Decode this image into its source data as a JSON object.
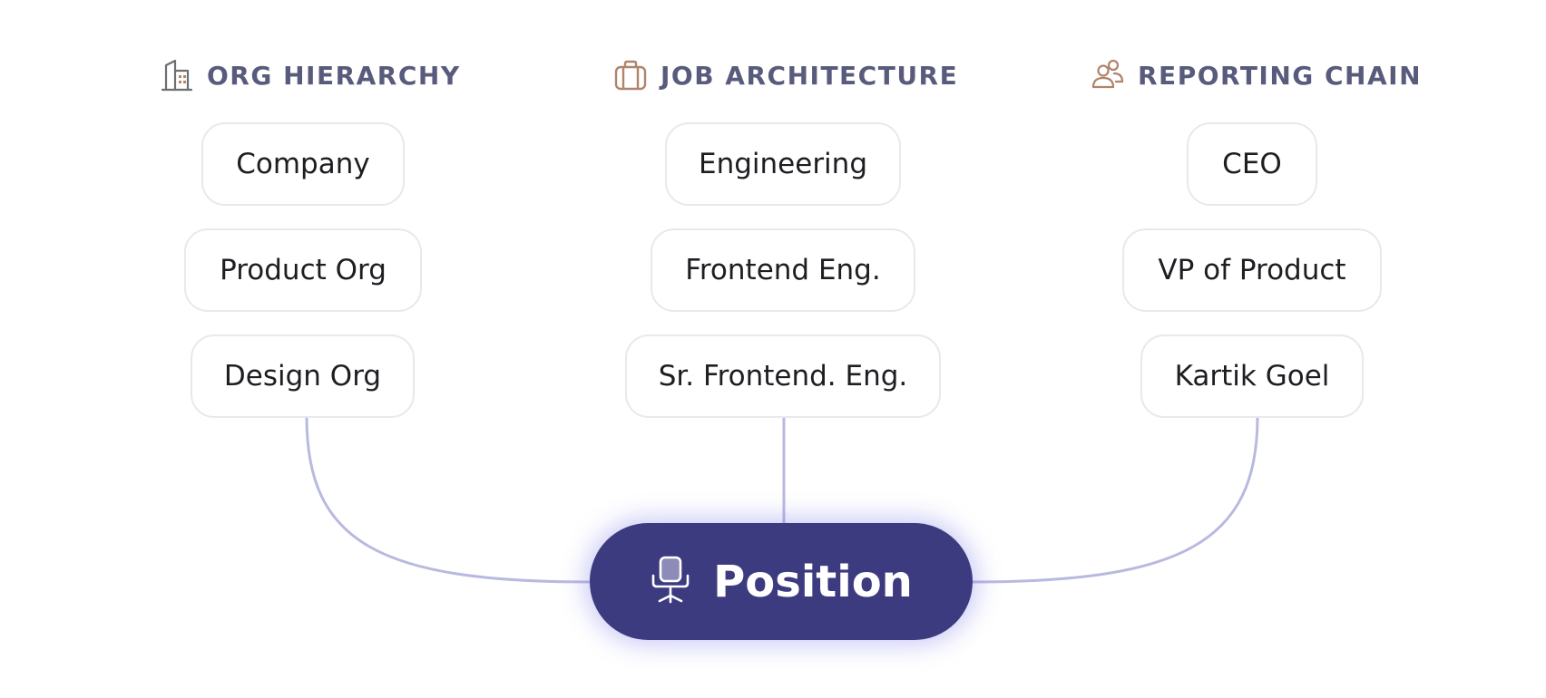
{
  "columns": [
    {
      "title": "ORG HIERARCHY",
      "icon": "building-icon",
      "items": [
        "Company",
        "Product Org",
        "Design Org"
      ]
    },
    {
      "title": "JOB ARCHITECTURE",
      "icon": "briefcase-icon",
      "items": [
        "Engineering",
        "Frontend Eng.",
        "Sr. Frontend. Eng."
      ]
    },
    {
      "title": "REPORTING CHAIN",
      "icon": "people-icon",
      "items": [
        "CEO",
        "VP of Product",
        "Kartik Goel"
      ]
    }
  ],
  "center": {
    "label": "Position",
    "icon": "office-chair-icon"
  },
  "colors": {
    "header_text": "#595b7d",
    "header_icon_org": "#6e6e72",
    "header_icon_accent": "#b0836a",
    "connector": "#b9b9e0",
    "center_fill": "#3d3b80",
    "node_border": "#e8e8ee"
  }
}
